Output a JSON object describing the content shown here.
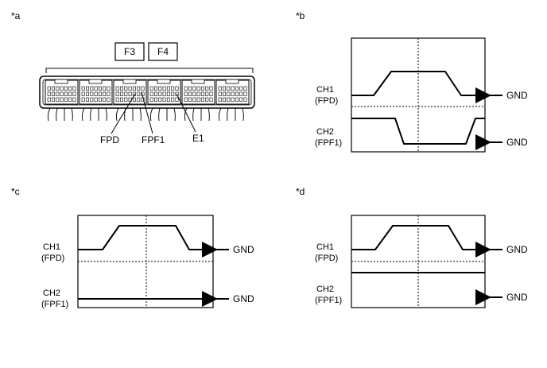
{
  "panel_a": {
    "label": "*a",
    "connectors": [
      "F3",
      "F4"
    ],
    "terminals": [
      "FPD",
      "FPF1",
      "E1"
    ]
  },
  "panel_b": {
    "label": "*b",
    "ch1": {
      "name": "CH1",
      "signal": "(FPD)",
      "ground": "GND",
      "waveform": "pulse"
    },
    "ch2": {
      "name": "CH2",
      "signal": "(FPF1)",
      "ground": "GND",
      "waveform": "inverted-pulse"
    }
  },
  "panel_c": {
    "label": "*c",
    "ch1": {
      "name": "CH1",
      "signal": "(FPD)",
      "ground": "GND",
      "waveform": "pulse"
    },
    "ch2": {
      "name": "CH2",
      "signal": "(FPF1)",
      "ground": "GND",
      "waveform": "flat-at-ground"
    }
  },
  "panel_d": {
    "label": "*d",
    "ch1": {
      "name": "CH1",
      "signal": "(FPD)",
      "ground": "GND",
      "waveform": "pulse"
    },
    "ch2": {
      "name": "CH2",
      "signal": "(FPF1)",
      "ground": "GND",
      "waveform": "flat-high"
    }
  }
}
